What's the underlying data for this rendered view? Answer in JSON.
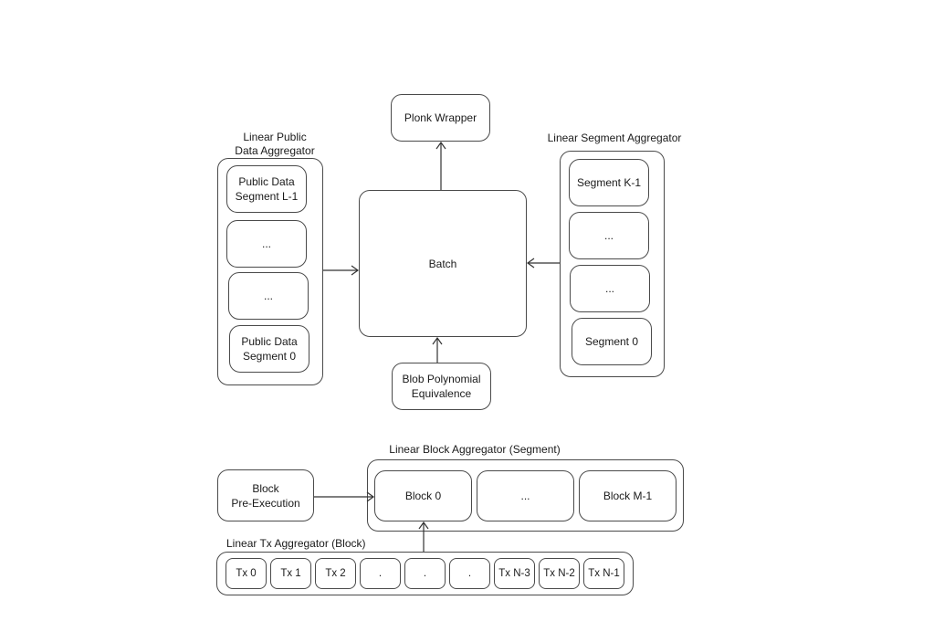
{
  "plonk_wrapper": "Plonk Wrapper",
  "batch": "Batch",
  "blob_polynomial": "Blob Polynomial\nEquivalence",
  "public_data_aggregator": {
    "title": "Linear Public\nData Aggregator",
    "items": [
      "Public Data\nSegment L-1",
      "...",
      "...",
      "Public Data\nSegment 0"
    ]
  },
  "segment_aggregator": {
    "title": "Linear Segment Aggregator",
    "items": [
      "Segment K-1",
      "...",
      "...",
      "Segment 0"
    ]
  },
  "block_aggregator": {
    "title": "Linear Block Aggregator (Segment)",
    "items": [
      "Block 0",
      "...",
      "Block M-1"
    ]
  },
  "block_pre_execution": "Block\nPre-Execution",
  "tx_aggregator": {
    "title": "Linear Tx Aggregator (Block)",
    "items": [
      "Tx 0",
      "Tx 1",
      "Tx 2",
      ".",
      ".",
      ".",
      "Tx N-3",
      "Tx N-2",
      "Tx N-1"
    ]
  }
}
